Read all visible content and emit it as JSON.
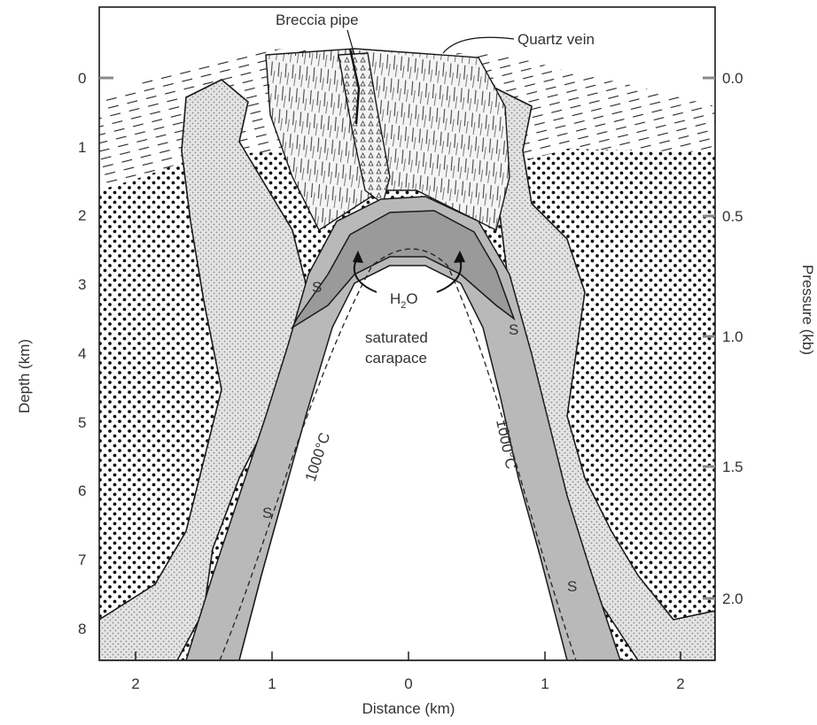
{
  "figure": {
    "left_axis_title": "Depth (km)",
    "right_axis_title": "Pressure (kb)",
    "bottom_axis_title": "Distance (km)",
    "depth_ticks": [
      "0",
      "1",
      "2",
      "3",
      "4",
      "5",
      "6",
      "7",
      "8"
    ],
    "pressure_ticks": [
      "0.0",
      "0.5",
      "1.0",
      "1.5",
      "2.0"
    ],
    "distance_ticks": [
      "2",
      "1",
      "0",
      "1",
      "2"
    ]
  },
  "labels": {
    "breccia_pipe": "Breccia pipe",
    "quartz_vein": "Quartz vein",
    "h2o": "H",
    "h2o_sub": "2",
    "h2o_tail": "O",
    "carapace_line1": "saturated",
    "carapace_line2": "carapace",
    "isotherm_left": "1000°C",
    "isotherm_right": "1000°C",
    "s_marker": "S"
  },
  "colors": {
    "outline": "#1a1a1a",
    "carapace_fill": "#9a9a9a",
    "stipple_fill": "#d6d6d6",
    "dot_color": "#111111"
  }
}
